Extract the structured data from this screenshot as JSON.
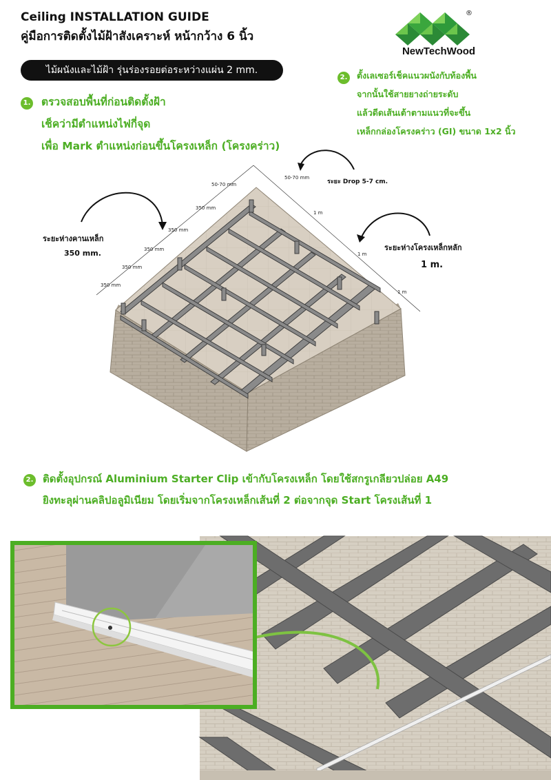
{
  "header": {
    "title": "Ceiling INSTALLATION GUIDE",
    "subtitle": "คู่มือการติดตั้งไม้ฝ้าสังเคราะห์ หน้ากว้าง 6 นิ้ว",
    "pill": "ไม้ผนังและไม้ฝ้า รุ่นร่องรอยต่อระหว่างแผ่น 2 mm.",
    "logo_text": "NewTechWood",
    "logo_registered": "®"
  },
  "brand": {
    "green": "#4cae23",
    "dark": "#111111",
    "logo_green": "#2e9a3a"
  },
  "step1": {
    "number": "1.",
    "lines": [
      "ตรวจสอบพื้นที่ก่อนติดตั้งฝ้า",
      "เช็คว่ามีตำแหน่งไฟกี่จุด",
      "เพื่อ Mark ตำแหน่งก่อนขึ้นโครงเหล็ก (โครงคร่าว)"
    ]
  },
  "step2": {
    "number": "2.",
    "lines": [
      "ตั้งเลเซอร์เช็คแนวผนังกับท้องพื้น",
      "จากนั้นใช้สายยางถ่ายระดับ",
      "แล้วดีดเส้นเต้าตามแนวที่จะขึ้น",
      "เหล็กกล่องโครงคร่าว (GI) ขนาด 1x2 นิ้ว"
    ]
  },
  "diagram": {
    "label_joist_spacing": "ระยะห่างคานเหล็ก",
    "value_joist_spacing": "350 mm.",
    "label_main_spacing": "ระยะห่างโครงเหล็กหลัก",
    "value_main_spacing": "1 m.",
    "label_drop": "ระยะ Drop 5-7 cm.",
    "dims_350": [
      "350 mm",
      "350 mm",
      "350 mm",
      "350 mm",
      "350 mm"
    ],
    "dim_edge_left": "50-70 mm",
    "dim_edge_right": "50-70 mm",
    "dims_1m": [
      "1 m",
      "1 m",
      "1 m"
    ]
  },
  "step3": {
    "number": "2.",
    "lines": [
      "ติดตั้งอุปกรณ์  Aluminium Starter Clip เข้ากับโครงเหล็ก โดยใช้สกรูเกลียวปล่อย A49",
      "ยิงทะลุผ่านคลิปอลูมิเนียม โดยเริ่มจากโครงเหล็กเส้นที่ 2 ต่อจากจุด Start โครงเส้นที่ 1"
    ]
  }
}
